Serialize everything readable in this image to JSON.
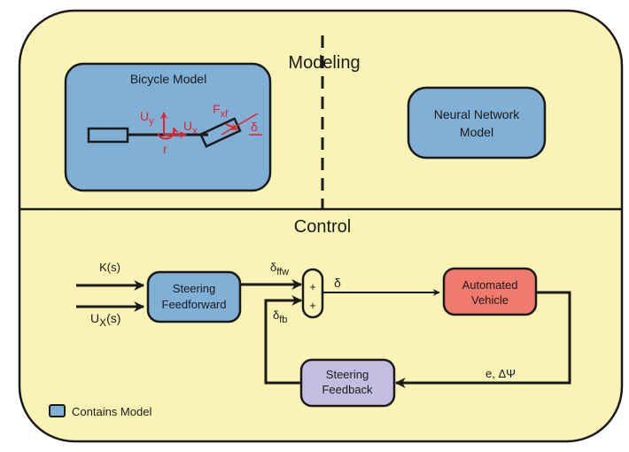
{
  "sections": {
    "modeling": "Modeling",
    "control": "Control"
  },
  "modeling": {
    "bicycle_title": "Bicycle Model",
    "bicycle_labels": {
      "uy_base": "U",
      "uy_sub": "y",
      "ux_base": "U",
      "ux_sub": "x",
      "r": "r",
      "fxf_base": "F",
      "fxf_sub": "xf",
      "delta": "δ"
    },
    "neural_line1": "Neural Network",
    "neural_line2": "Model"
  },
  "control": {
    "input_k": "K(s)",
    "input_ux_base": "U",
    "input_ux_sub": "X",
    "input_ux_tail": "(s)",
    "feedforward_line1": "Steering",
    "feedforward_line2": "Feedforward",
    "dffw_base": "δ",
    "dffw_sub": "ffw",
    "dfb_base": "δ",
    "dfb_sub": "fb",
    "sum_plus_top": "+",
    "sum_plus_bottom": "+",
    "delta": "δ",
    "vehicle_line1": "Automated",
    "vehicle_line2": "Vehicle",
    "error_label": "e, ΔΨ",
    "feedback_line1": "Steering",
    "feedback_line2": "Feedback"
  },
  "legend": {
    "label": "Contains Model"
  },
  "colors": {
    "background": "#faf3b6",
    "model_blue": "#80b0d6",
    "vehicle_red": "#f07b6c",
    "feedback_purple": "#c3bddf",
    "annotation_red": "#e8202a"
  }
}
